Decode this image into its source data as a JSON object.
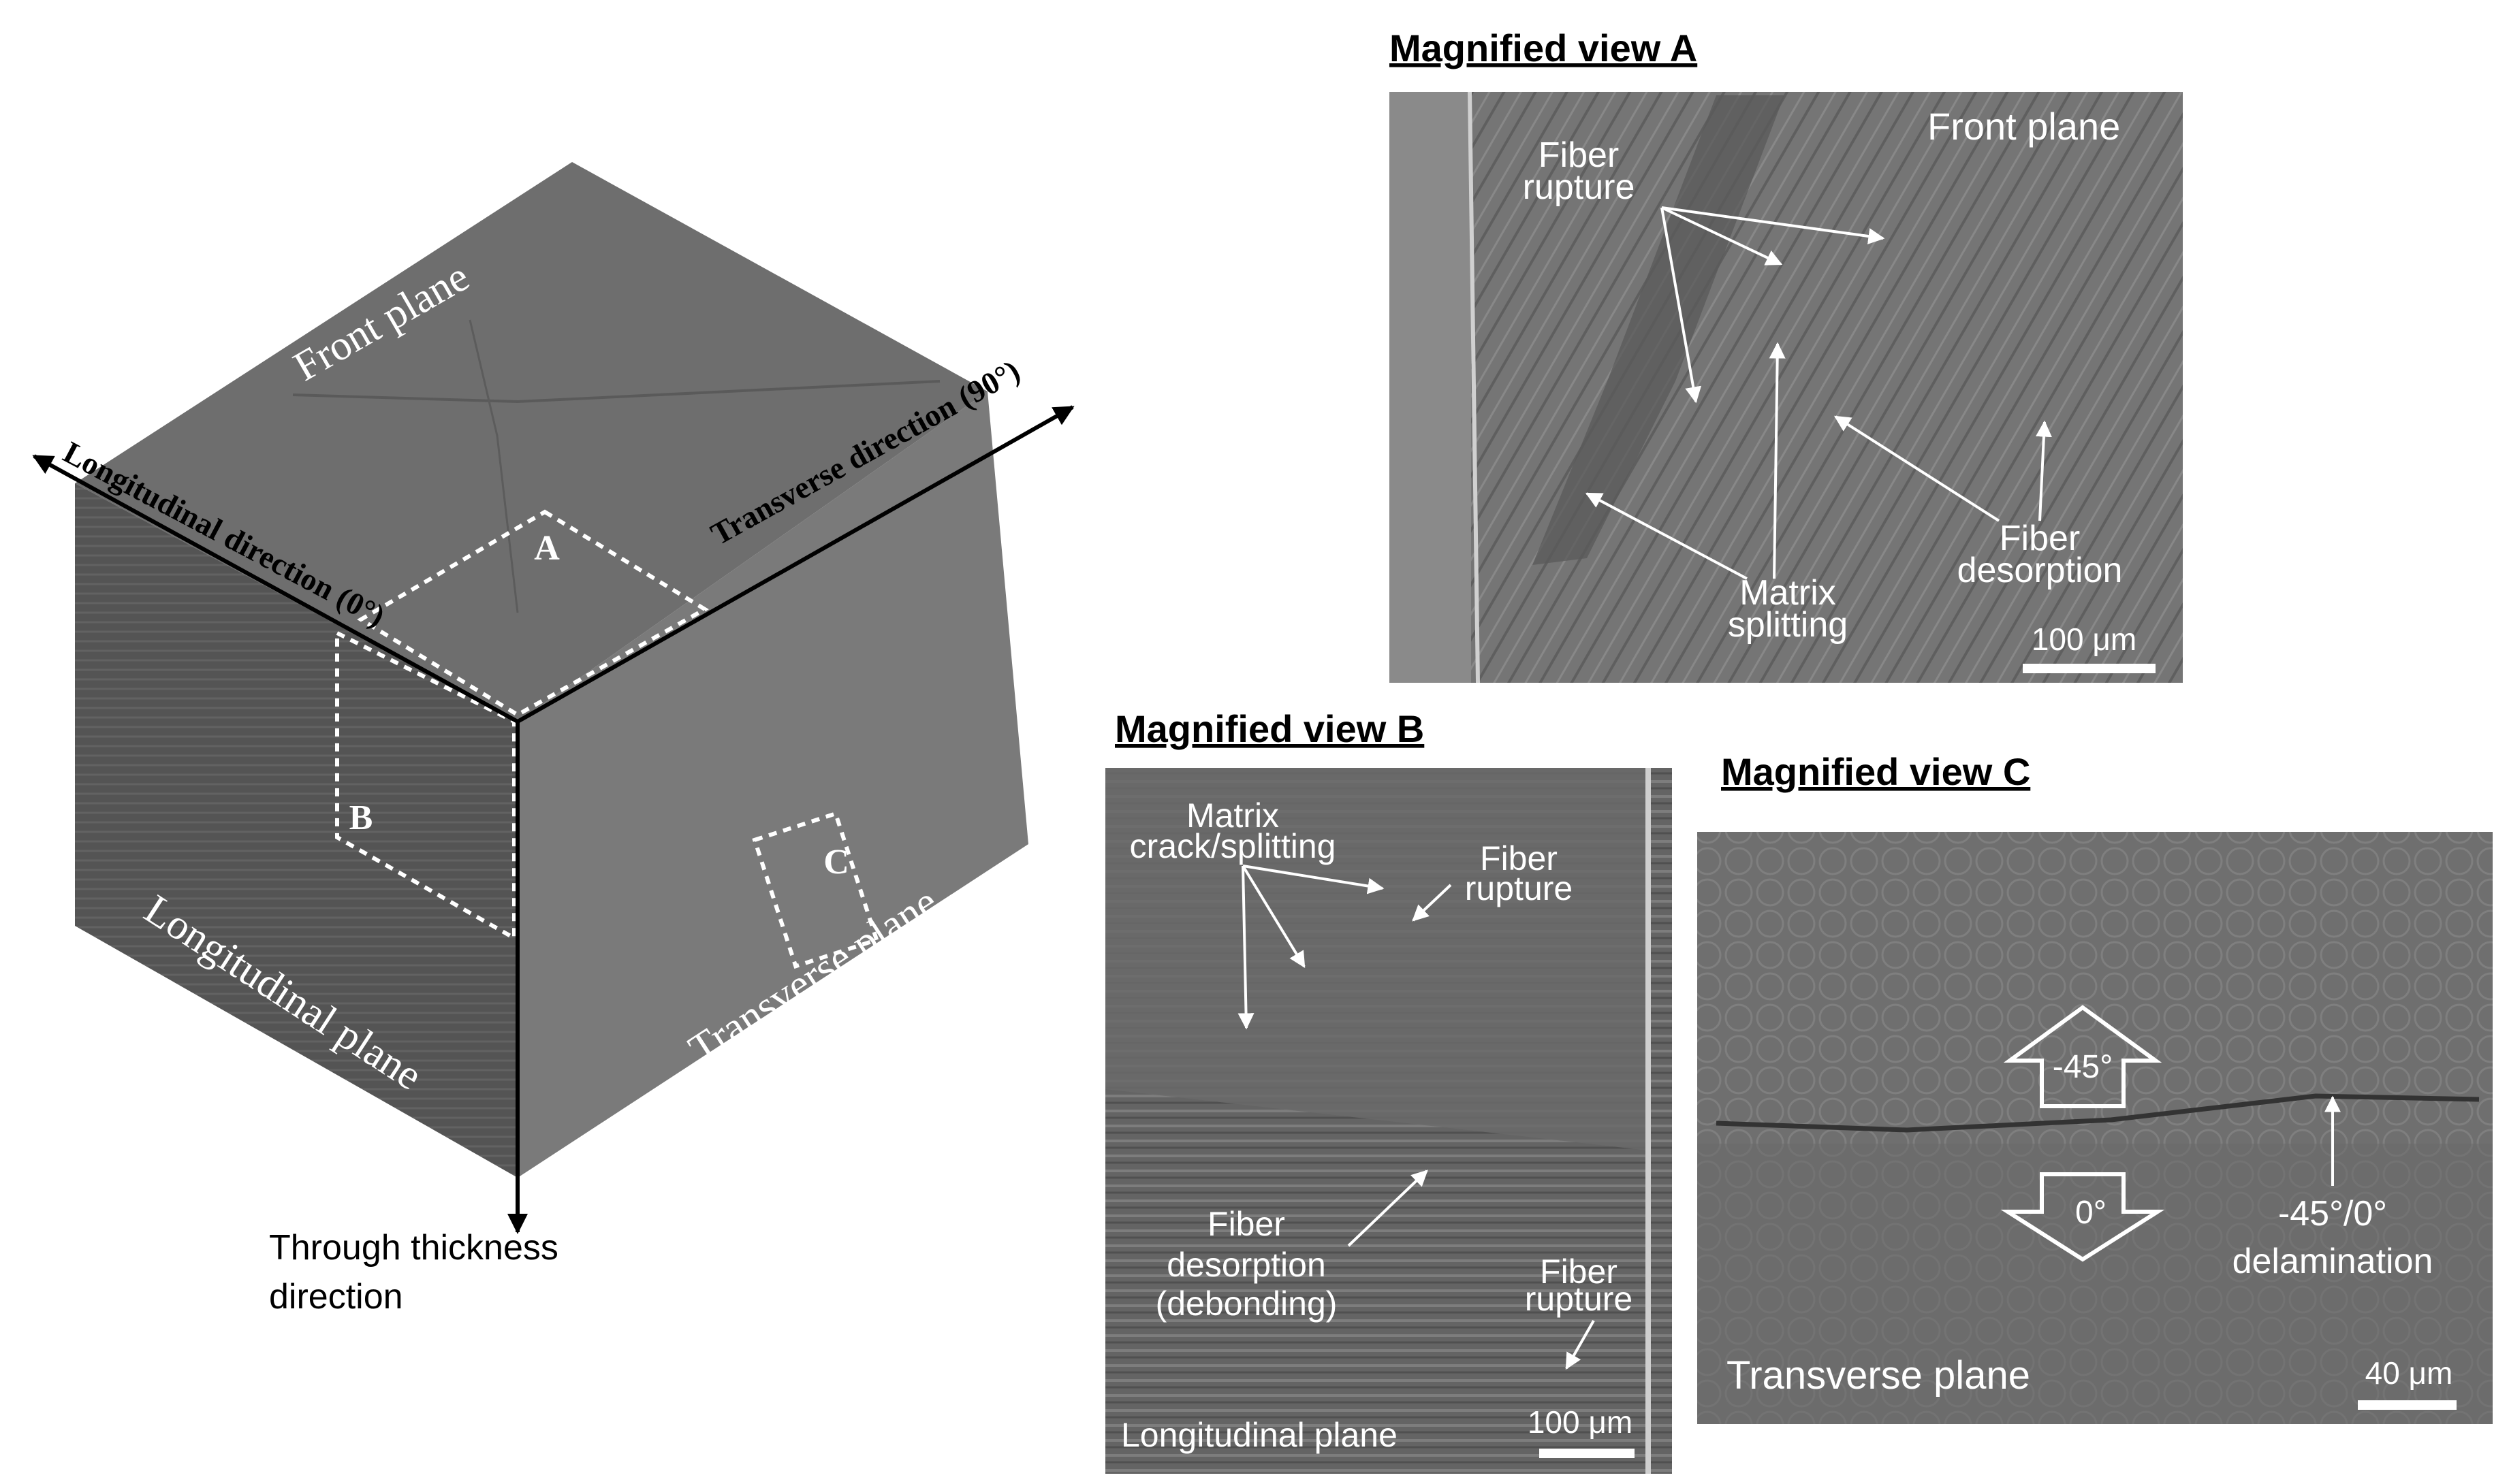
{
  "cube": {
    "face_labels": {
      "front": "Front plane",
      "longitudinal": "Longitudinal plane",
      "transverse": "Transverse plane"
    },
    "axes": {
      "longitudinal": "Longitudinal direction (0°)",
      "transverse": "Transverse  direction (90°)",
      "through_line1": "Through thickness",
      "through_line2": "direction"
    },
    "region_labels": {
      "a": "A",
      "b": "B",
      "c": "C"
    }
  },
  "view_a": {
    "title": "Magnified view A",
    "plane_label": "Front plane",
    "fiber_rupture": [
      "Fiber",
      "rupture"
    ],
    "matrix_splitting": [
      "Matrix",
      "splitting"
    ],
    "fiber_desorption": [
      "Fiber",
      "desorption"
    ],
    "scale": "100 μm"
  },
  "view_b": {
    "title": "Magnified view B",
    "matrix_crack": [
      "Matrix",
      "crack/splitting"
    ],
    "fiber_rupture_top": [
      "Fiber",
      "rupture"
    ],
    "fiber_desorption": [
      "Fiber",
      "desorption",
      "(debonding)"
    ],
    "fiber_rupture_bottom": [
      "Fiber",
      "rupture"
    ],
    "plane_label": "Longitudinal plane",
    "scale": "100 μm"
  },
  "view_c": {
    "title": "Magnified view C",
    "arrow_up_label": "-45°",
    "arrow_down_label": "0°",
    "delamination": [
      "-45°/0°",
      "delamination"
    ],
    "plane_label": "Transverse plane",
    "scale": "40 μm"
  },
  "colors": {
    "front_face": "#6e6e6e",
    "left_face": "#545454",
    "right_face": "#7a7a7a",
    "sem_a": "#767676",
    "sem_b": "#666666",
    "sem_c": "#6f6f6f",
    "annotation": "#ffffff",
    "axis": "#000000"
  }
}
